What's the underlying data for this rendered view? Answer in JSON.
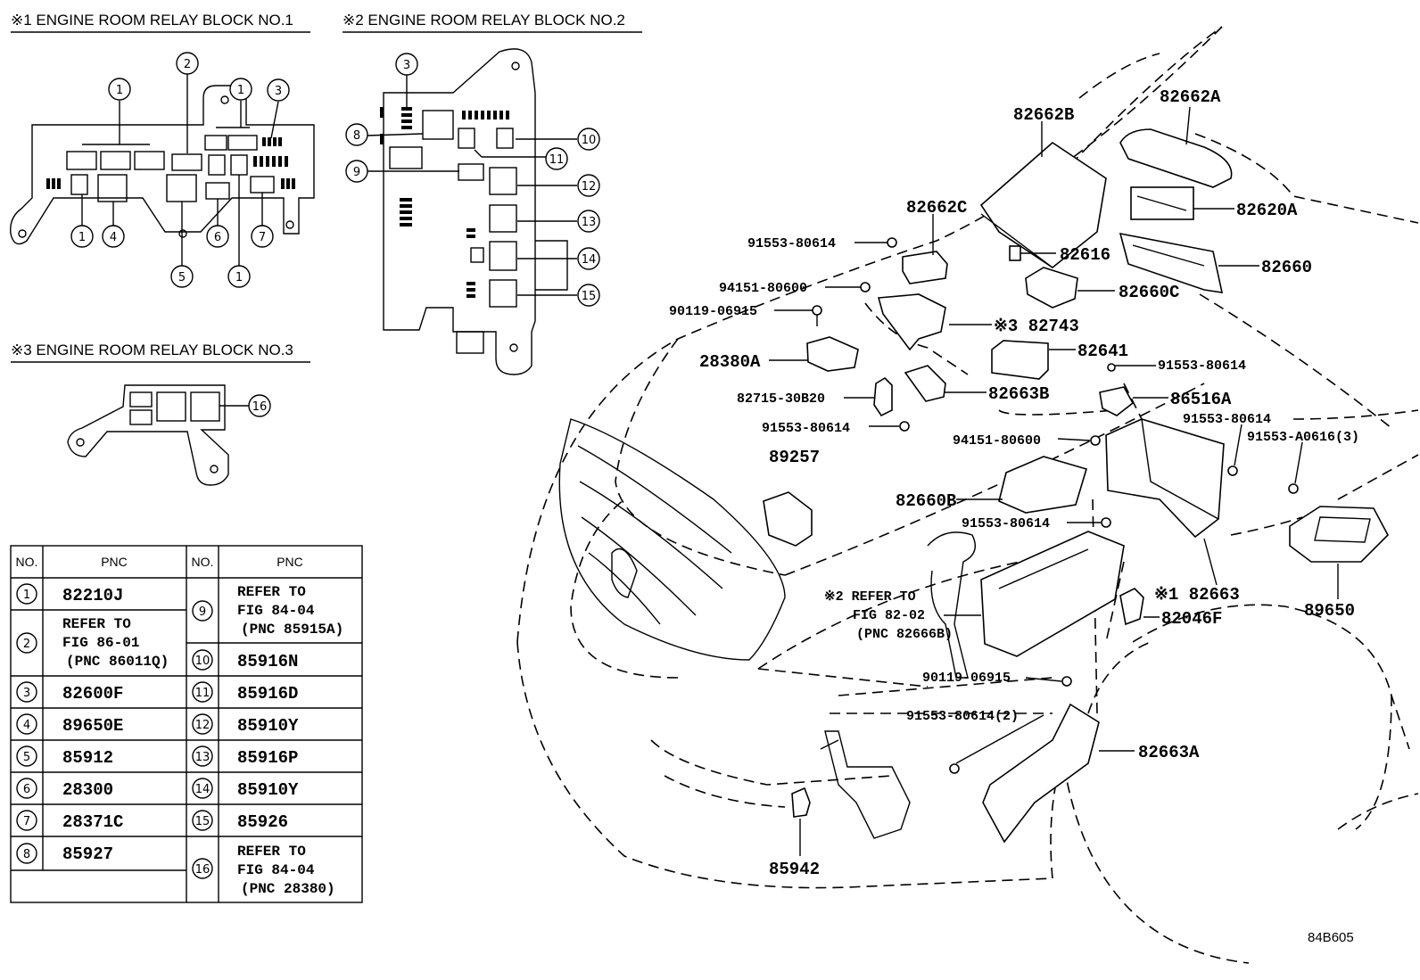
{
  "sections": {
    "block1": "※1 ENGINE ROOM RELAY BLOCK NO.1",
    "block2": "※2 ENGINE ROOM RELAY BLOCK NO.2",
    "block3": "※3 ENGINE ROOM RELAY BLOCK NO.3"
  },
  "table": {
    "col_no": "NO.",
    "col_pnc": "PNC",
    "left": [
      {
        "no": "1",
        "lines": [
          "82210J"
        ]
      },
      {
        "no": "2",
        "lines": [
          "REFER TO",
          "FIG 86-01",
          "(PNC 86011Q)"
        ]
      },
      {
        "no": "3",
        "lines": [
          "82600F"
        ]
      },
      {
        "no": "4",
        "lines": [
          "89650E"
        ]
      },
      {
        "no": "5",
        "lines": [
          "85912"
        ]
      },
      {
        "no": "6",
        "lines": [
          "28300"
        ]
      },
      {
        "no": "7",
        "lines": [
          "28371C"
        ]
      },
      {
        "no": "8",
        "lines": [
          "85927"
        ]
      }
    ],
    "right": [
      {
        "no": "9",
        "lines": [
          "REFER TO",
          "FIG 84-04",
          "(PNC 85915A)"
        ]
      },
      {
        "no": "10",
        "lines": [
          "85916N"
        ]
      },
      {
        "no": "11",
        "lines": [
          "85916D"
        ]
      },
      {
        "no": "12",
        "lines": [
          "85910Y"
        ]
      },
      {
        "no": "13",
        "lines": [
          "85916P"
        ]
      },
      {
        "no": "14",
        "lines": [
          "85910Y"
        ]
      },
      {
        "no": "15",
        "lines": [
          "85926"
        ]
      },
      {
        "no": "16",
        "lines": [
          "REFER TO",
          "FIG 84-04",
          "(PNC 28380)"
        ]
      }
    ]
  },
  "callouts": {
    "b1_top": [
      "1",
      "2",
      "1",
      "3"
    ],
    "b1_bottom": [
      "1",
      "4",
      "5",
      "6",
      "1",
      "7"
    ],
    "b2_left": [
      "3",
      "8",
      "9"
    ],
    "b2_right": [
      "10",
      "11",
      "12",
      "13",
      "14",
      "15"
    ],
    "b3": [
      "16"
    ]
  },
  "parts": {
    "p82662A": "82662A",
    "p82662B": "82662B",
    "p82620A": "82620A",
    "p82662C": "82662C",
    "p82616": "82616",
    "p82660": "82660",
    "p91553_1": "91553-80614",
    "p94151_1": "94151-80600",
    "p82660C": "82660C",
    "p90119_1": "90119-06915",
    "p82743": "※3 82743",
    "p28380A": "28380A",
    "p82641": "82641",
    "p91553_2": "91553-80614",
    "p82715": "82715-30B20",
    "p82663B": "82663B",
    "p86516A": "86516A",
    "p91553_3": "91553-80614",
    "p91553_4": "91553-80614",
    "p91553A": "91553-A0616(3)",
    "p94151_2": "94151-80600",
    "p89257": "89257",
    "p82660B": "82660B",
    "p91553_5": "91553-80614",
    "p82663": "※1 82663",
    "p89650": "89650",
    "p82046F": "82046F",
    "refer2": [
      "※2 REFER TO",
      "FIG 82-02",
      "(PNC 82666B)"
    ],
    "p90119_2": "90119-06915",
    "p91553_6": "91553-80614(2)",
    "p82663A": "82663A",
    "p85942": "85942"
  },
  "diagram_code": "84B605"
}
